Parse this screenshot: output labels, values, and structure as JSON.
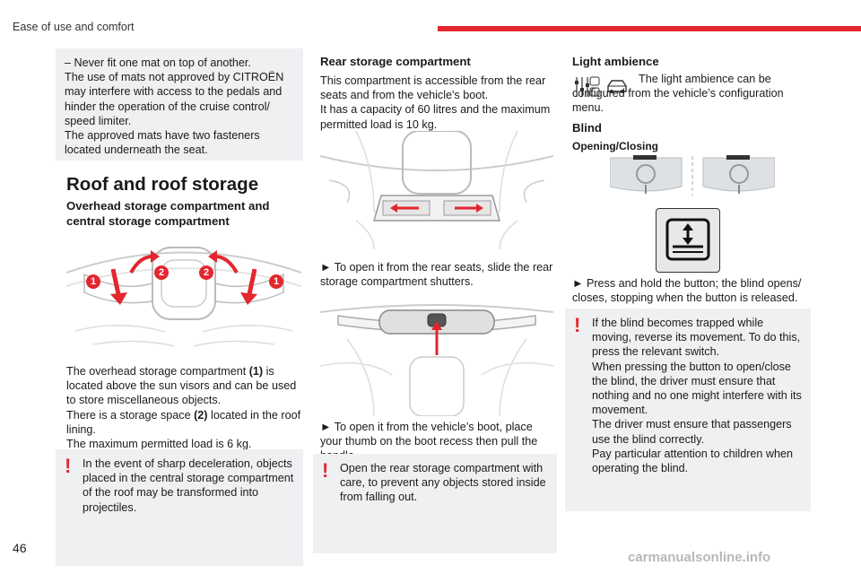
{
  "header": {
    "section_title": "Ease of use and comfort",
    "accent_color": "#e3262f"
  },
  "page_number": "46",
  "watermark": "carmanualsonline.info",
  "col1": {
    "mats_box": [
      "– Never fit one mat on top of another.",
      "The use of mats not approved by CITROËN may interfere with access to the pedals and hinder the operation of the cruise control/ speed limiter.",
      "The approved mats have two fasteners located underneath the seat."
    ],
    "section_title": "Roof and roof storage",
    "subsection_title": "Overhead storage compartment and central storage compartment",
    "callouts": [
      "1",
      "2"
    ],
    "para1_a": "The overhead storage compartment ",
    "para1_b": "(1)",
    "para1_c": " is located above the sun visors and can be used to store miscellaneous objects.",
    "para2_a": "There is a storage space ",
    "para2_b": "(2)",
    "para2_c": " located in the roof lining.",
    "para3": "The maximum permitted load is 6 kg.",
    "warning": "In the event of sharp deceleration, objects placed in the central storage compartment of the roof may be transformed into projectiles."
  },
  "col2": {
    "title": "Rear storage compartment",
    "intro1": "This compartment is accessible from the rear seats and from the vehicle's boot.",
    "intro2": "It has a capacity of 60 litres and the maximum permitted load is 10 kg.",
    "step1": "► To open it from the rear seats, slide the rear storage compartment shutters.",
    "step2": "► To open it from the vehicle’s boot, place your thumb on the boot recess then pull the handle.",
    "warning": "Open the rear storage compartment with care, to prevent any objects stored inside from falling out."
  },
  "col3": {
    "light_title": "Light ambience",
    "light_text": "The light ambience can be configured from the vehicle’s configuration menu.",
    "blind_title": "Blind",
    "opening_title": "Opening/Closing",
    "step": "► Press and hold the button; the blind opens/ closes, stopping when the button is released.",
    "warning_lines": [
      "If the blind becomes trapped while moving, reverse its movement. To do this, press the relevant switch.",
      "When pressing the button to open/close the blind, the driver must ensure that nothing and no one might interfere with its movement.",
      "The driver must ensure that passengers use the blind correctly.",
      "Pay particular attention to children when operating the blind."
    ]
  }
}
